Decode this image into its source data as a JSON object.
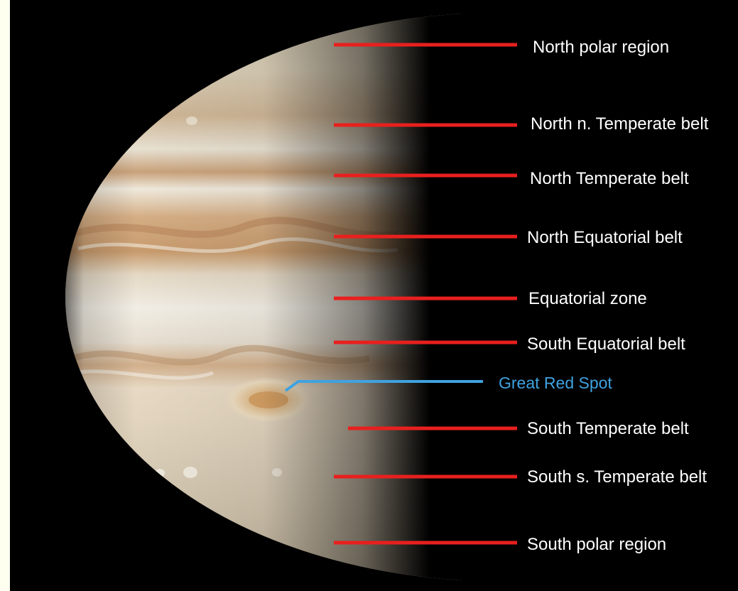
{
  "colors": {
    "background": "#000000",
    "margin": "#fffff0",
    "pointer_line": "#e8201e",
    "highlight_line": "#3fa2e0",
    "label_text": "#ffffff",
    "highlight_text": "#3fa2e0"
  },
  "labels": {
    "north_polar": "North polar region",
    "nn_temperate": "North n. Temperate belt",
    "n_temperate": "North Temperate belt",
    "n_equatorial": "North Equatorial belt",
    "equatorial_zone": "Equatorial zone",
    "s_equatorial": "South Equatorial belt",
    "great_red_spot": "Great Red Spot",
    "s_temperate": "South Temperate belt",
    "ss_temperate": "South s. Temperate belt",
    "south_polar": "South polar region"
  }
}
